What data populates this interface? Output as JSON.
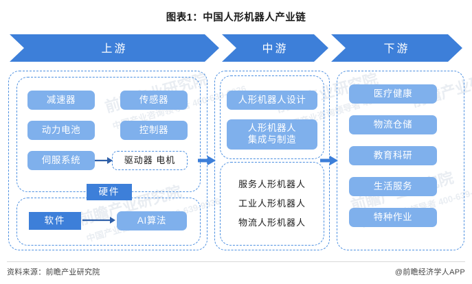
{
  "title": "图表1：中国人形机器人产业链",
  "band": {
    "segments": [
      {
        "id": "upstream",
        "label": "上游"
      },
      {
        "id": "midstream",
        "label": "中游"
      },
      {
        "id": "downstream",
        "label": "下游"
      }
    ]
  },
  "upstream": {
    "hardware_label": "硬件",
    "software_label": "软件",
    "hardware_items": [
      "减速器",
      "传感器",
      "动力电池",
      "控制器",
      "伺服系统"
    ],
    "driver_box": "驱动器 电机",
    "ai_box": "AI算法"
  },
  "midstream": {
    "top_items": [
      {
        "line1": "人形机器人设计",
        "line2": ""
      },
      {
        "line1": "人形机器人",
        "line2": "集成与制造"
      }
    ],
    "bottom_items": [
      "服务人形机器人",
      "工业人形机器人",
      "物流人形机器人"
    ]
  },
  "downstream": {
    "items": [
      "医疗健康",
      "物流仓储",
      "教育科研",
      "生活服务",
      "特种作业"
    ]
  },
  "footer": {
    "source": "资料来源：前瞻产业研究院",
    "app": "@前瞻经济学人APP"
  },
  "watermark": {
    "big": "前瞻产业研究院",
    "small": "中国产业咨询领导者 400-639-9936"
  },
  "colors": {
    "band_blue": "#3d7fd9",
    "box_blue": "#7fb0ec",
    "dark_blue": "#3d7fd9",
    "dash_blue": "#4a8ee0",
    "arrow_navy": "#2f5fa8"
  }
}
